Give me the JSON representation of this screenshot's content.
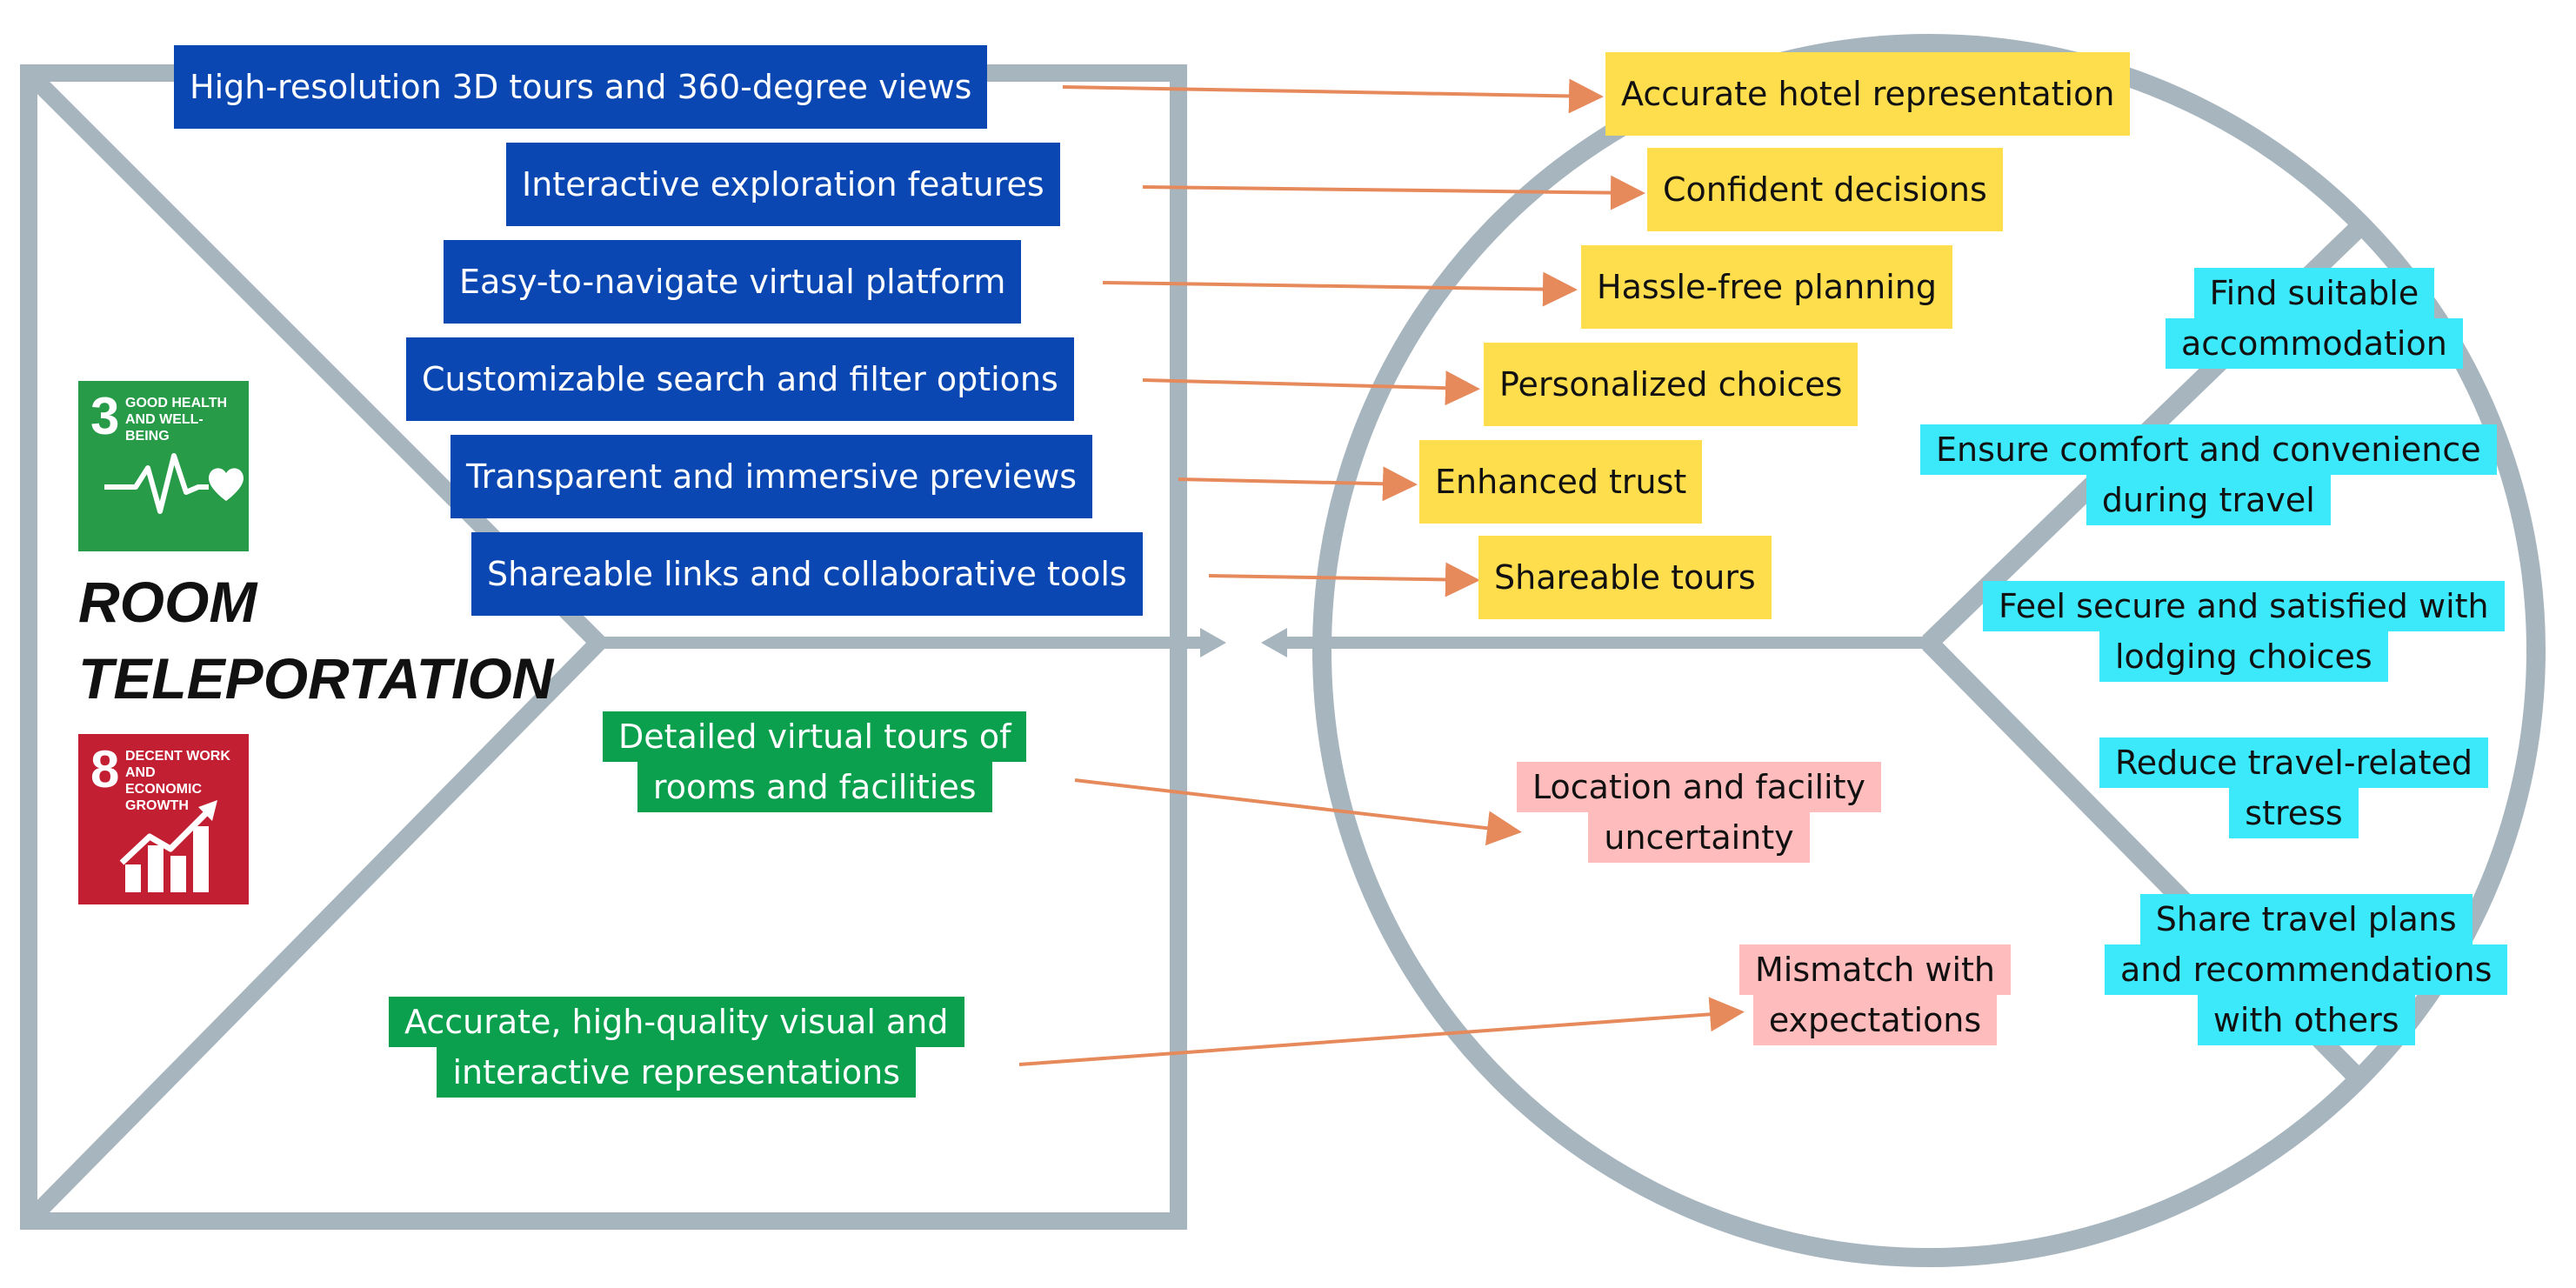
{
  "title": {
    "line1": "ROOM",
    "line2": "TELEPORTATION"
  },
  "sdgs": [
    {
      "number": "3",
      "label_line1": "GOOD HEALTH",
      "label_line2": "AND WELL-BEING",
      "color": "#279b48",
      "icon": "heartbeat-icon"
    },
    {
      "number": "8",
      "label_line1": "DECENT WORK AND",
      "label_line2": "ECONOMIC GROWTH",
      "color": "#c31f33",
      "icon": "growth-chart-icon"
    }
  ],
  "features": [
    {
      "text": "High-resolution 3D tours and 360-degree views"
    },
    {
      "text": "Interactive exploration features"
    },
    {
      "text": "Easy-to-navigate virtual platform"
    },
    {
      "text": "Customizable search and filter options"
    },
    {
      "text": "Transparent and immersive previews"
    },
    {
      "text": "Shareable links and collaborative tools"
    }
  ],
  "gain_creators": [
    {
      "line1": "Detailed virtual tours of",
      "line2": "rooms and facilities"
    },
    {
      "line1": "Accurate, high-quality visual and",
      "line2": "interactive representations"
    }
  ],
  "gains": [
    {
      "text": "Accurate hotel representation"
    },
    {
      "text": "Confident decisions"
    },
    {
      "text": "Hassle-free planning"
    },
    {
      "text": "Personalized choices"
    },
    {
      "text": "Enhanced trust"
    },
    {
      "text": "Shareable tours"
    }
  ],
  "pains": [
    {
      "line1": "Location and facility",
      "line2": "uncertainty"
    },
    {
      "line1": "Mismatch with",
      "line2": "expectations"
    }
  ],
  "jobs": [
    {
      "line1": "Find suitable",
      "line2": "accommodation",
      "line3": ""
    },
    {
      "line1": "Ensure comfort and convenience",
      "line2": "during travel",
      "line3": ""
    },
    {
      "line1": "Feel secure and satisfied with",
      "line2": "lodging choices",
      "line3": ""
    },
    {
      "line1": "Reduce travel-related",
      "line2": "stress",
      "line3": ""
    },
    {
      "line1": "Share travel plans",
      "line2": "and recommendations",
      "line3": "with others"
    }
  ],
  "colors": {
    "frame": "#a7b5bf",
    "arrow": "#e68a5c",
    "features": "#0a47b2",
    "gain_creators": "#0aa04e",
    "gains": "#ffde4d",
    "pains": "#ffbcbc",
    "jobs": "#3ce9fb"
  }
}
